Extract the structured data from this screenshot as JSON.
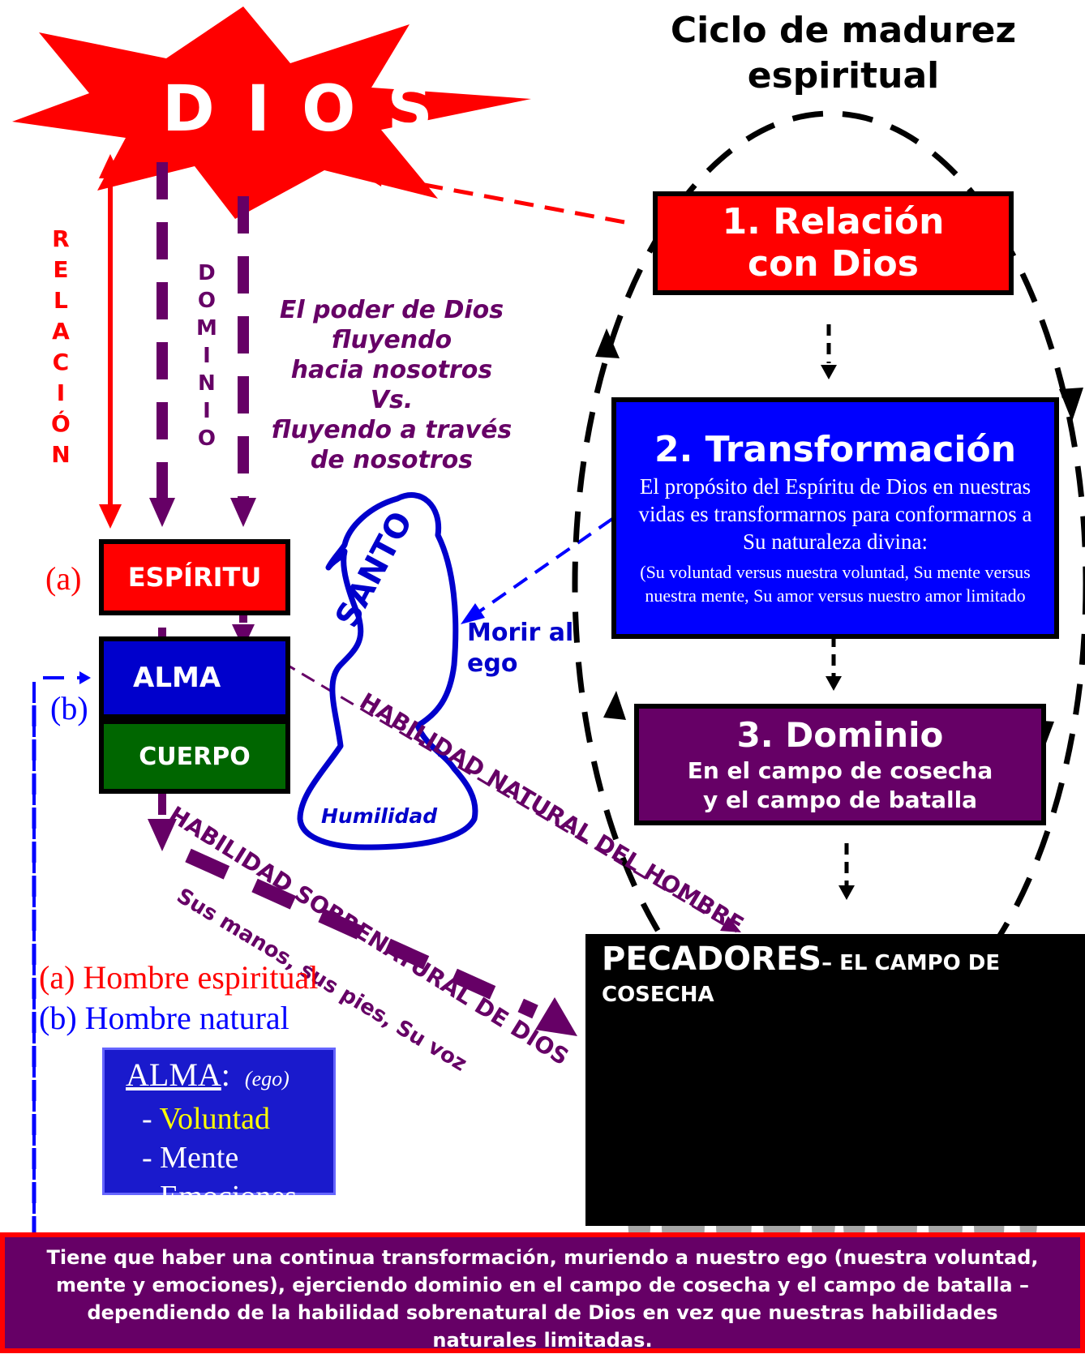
{
  "title_line1": "Ciclo de madurez",
  "title_line2": "espiritual",
  "dios": "D I O S",
  "relacion_vertical": [
    "R",
    "E",
    "L",
    "A",
    "C",
    "I",
    "Ó",
    "N"
  ],
  "dominio_vertical": [
    "D",
    "O",
    "M",
    "I",
    "N",
    "I",
    "O"
  ],
  "poder": [
    "El poder de Dios",
    "fluyendo",
    "hacia nosotros",
    "Vs.",
    "fluyendo a través",
    "de nosotros"
  ],
  "box1": {
    "line1": "1. Relación",
    "line2": "con Dios"
  },
  "box2": {
    "title": "2. Transformación",
    "body": "El propósito del Espíritu de Dios en nuestras vidas es transformarnos para conformarnos a Su naturaleza divina:",
    "sub": "(Su voluntad versus nuestra voluntad, Su mente versus nuestra mente, Su amor versus nuestro amor limitado"
  },
  "box3": {
    "title": "3. Dominio",
    "line1": "En el campo de cosecha",
    "line2": "y el campo de batalla"
  },
  "espiritu": "ESPÍRITU",
  "alma": "ALMA",
  "cuerpo": "CUERPO",
  "label_a": "(a)",
  "label_b": "(b)",
  "santo": "SANTO",
  "humilidad": "Humilidad",
  "morir": [
    "Morir al",
    "ego"
  ],
  "habilidad_natural": "HABILIDAD NATURAL DEL HOMBRE",
  "habilidad_sobrenatural": "HABILIDAD SOBRENATURAL DE DIOS",
  "sus_manos": "Sus manos, sus pies, Su voz",
  "hombre_espiritual": "(a) Hombre espiritual",
  "hombre_natural": "(b) Hombre natural",
  "alma_box": {
    "title": "ALMA",
    "ego": "(ego)",
    "items": [
      "- Voluntad",
      "- Mente",
      "- Emociones"
    ]
  },
  "pecadores": {
    "big": "PECADORES",
    "rest": "– EL CAMPO DE",
    "line2": "COSECHA"
  },
  "bottom": "Tiene que haber una continua transformación, muriendo a nuestro ego (nuestra voluntad, mente y emociones), ejerciendo dominio en el campo de cosecha y el campo de batalla – dependiendo de la habilidad sobrenatural de Dios en vez que nuestras habilidades naturales limitadas.",
  "colors": {
    "red": "#ff0000",
    "purple": "#660066",
    "blue": "#0000ff",
    "green": "#006600",
    "alma_blue": "#1a1acc"
  }
}
